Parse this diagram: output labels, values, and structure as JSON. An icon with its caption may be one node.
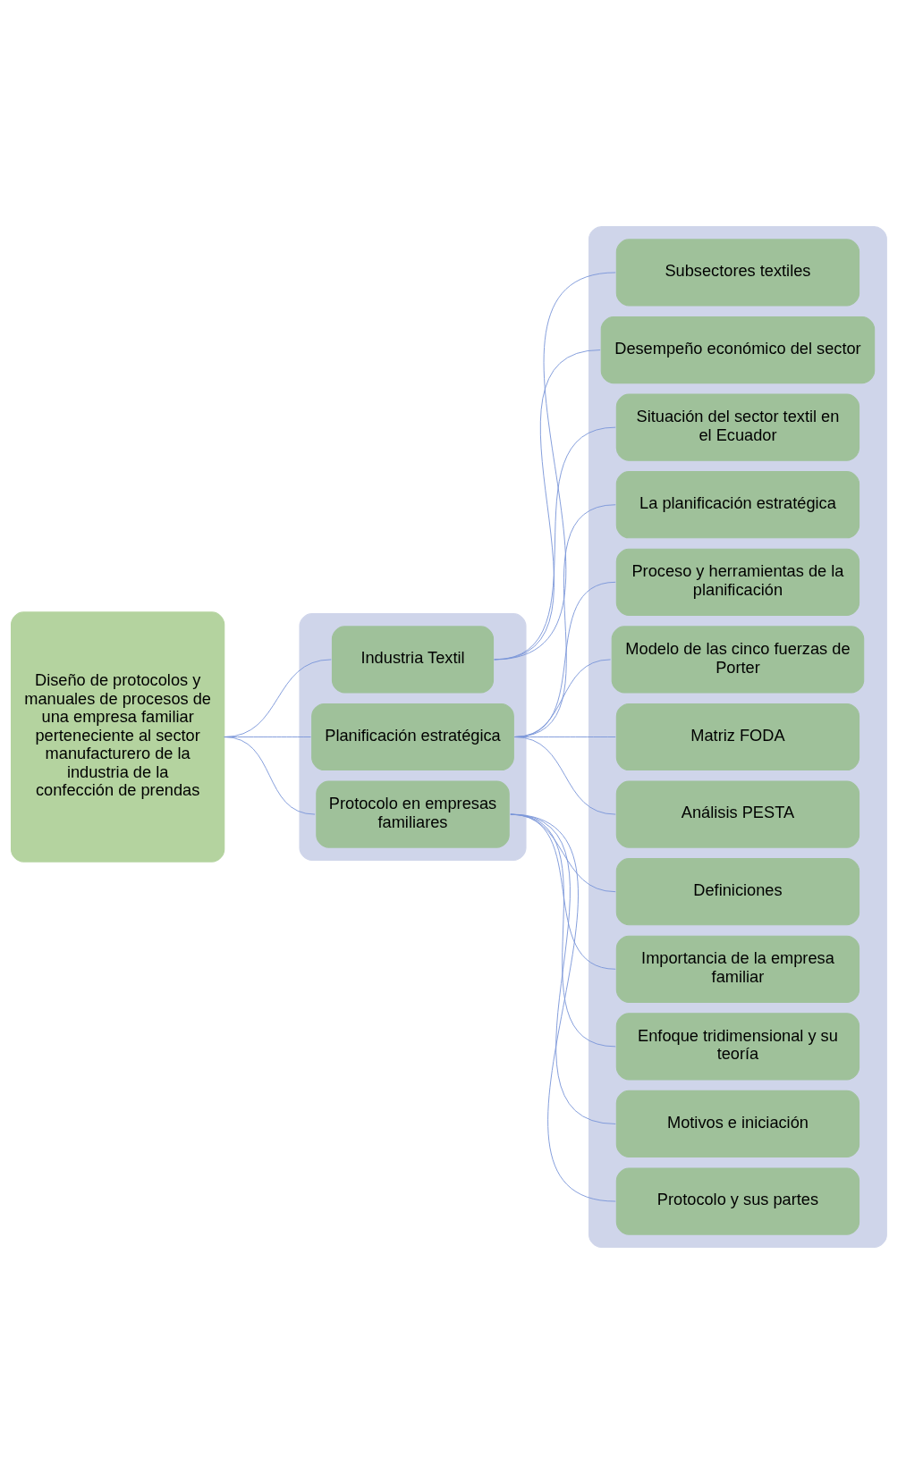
{
  "diagram": {
    "nodes": [
      {
        "text": [
          "Diseño de protocolos y manuales de procesos de una empresa familiar perteneciente al sector manufacturero de la industria de la confección de prendas"
        ]
      },
      {
        "text": [],
        "shape": "box"
      },
      {
        "text": [
          "Industria Textil"
        ],
        "in": 1
      },
      {
        "text": [
          "Planificación estratégica"
        ],
        "in": 1
      },
      {
        "text": [
          "Protocolo en empresas familiares"
        ],
        "in": 1
      },
      {
        "text": [],
        "shape": "box"
      },
      {
        "text": [
          "Subsectores textiles"
        ],
        "in": 5
      },
      {
        "text": [
          "Desempeño económico del sector"
        ],
        "in": 5
      },
      {
        "text": [
          "Situación del sector textil en el Ecuador"
        ],
        "in": 5
      },
      {
        "text": [
          "La planificación estratégica"
        ],
        "in": 5
      },
      {
        "text": [
          "Proceso y herramientas de la planificación"
        ],
        "in": 5
      },
      {
        "text": [
          "Modelo de las cinco fuerzas de Porter"
        ],
        "in": 5
      },
      {
        "text": [
          "Matriz FODA"
        ],
        "in": 5
      },
      {
        "text": [
          "Análisis PESTA"
        ],
        "in": 5
      },
      {
        "text": [
          "Definiciones"
        ],
        "in": 5
      },
      {
        "text": [
          "Importancia de la empresa familiar"
        ],
        "in": 5
      },
      {
        "text": [
          "Enfoque tridimensional y su teoría"
        ],
        "in": 5
      },
      {
        "text": [
          "Motivos e iniciación"
        ],
        "in": 5
      },
      {
        "text": [
          "Protocolo y sus partes"
        ],
        "in": 5
      }
    ],
    "edges": [
      {
        "from": 0,
        "to": 2,
        "arrow": "none"
      },
      {
        "from": 0,
        "to": 3,
        "arrow": "none"
      },
      {
        "from": 0,
        "to": 4,
        "arrow": "none"
      },
      {
        "from": 2,
        "to": 6,
        "arrow": "none"
      },
      {
        "from": 2,
        "to": 7,
        "arrow": "none"
      },
      {
        "from": 2,
        "to": 8,
        "arrow": "none"
      },
      {
        "from": 3,
        "to": 9,
        "arrow": "none"
      },
      {
        "from": 3,
        "to": 10,
        "arrow": "none"
      },
      {
        "from": 3,
        "to": 11,
        "arrow": "none"
      },
      {
        "from": 3,
        "to": 12,
        "arrow": "none"
      },
      {
        "from": 3,
        "to": 13,
        "arrow": "none"
      },
      {
        "from": 4,
        "to": 14,
        "arrow": "none"
      },
      {
        "from": 4,
        "to": 15,
        "arrow": "none"
      },
      {
        "from": 4,
        "to": 16,
        "arrow": "none"
      },
      {
        "from": 4,
        "to": 17,
        "arrow": "none"
      },
      {
        "from": 4,
        "to": 18,
        "arrow": "none"
      }
    ]
  }
}
